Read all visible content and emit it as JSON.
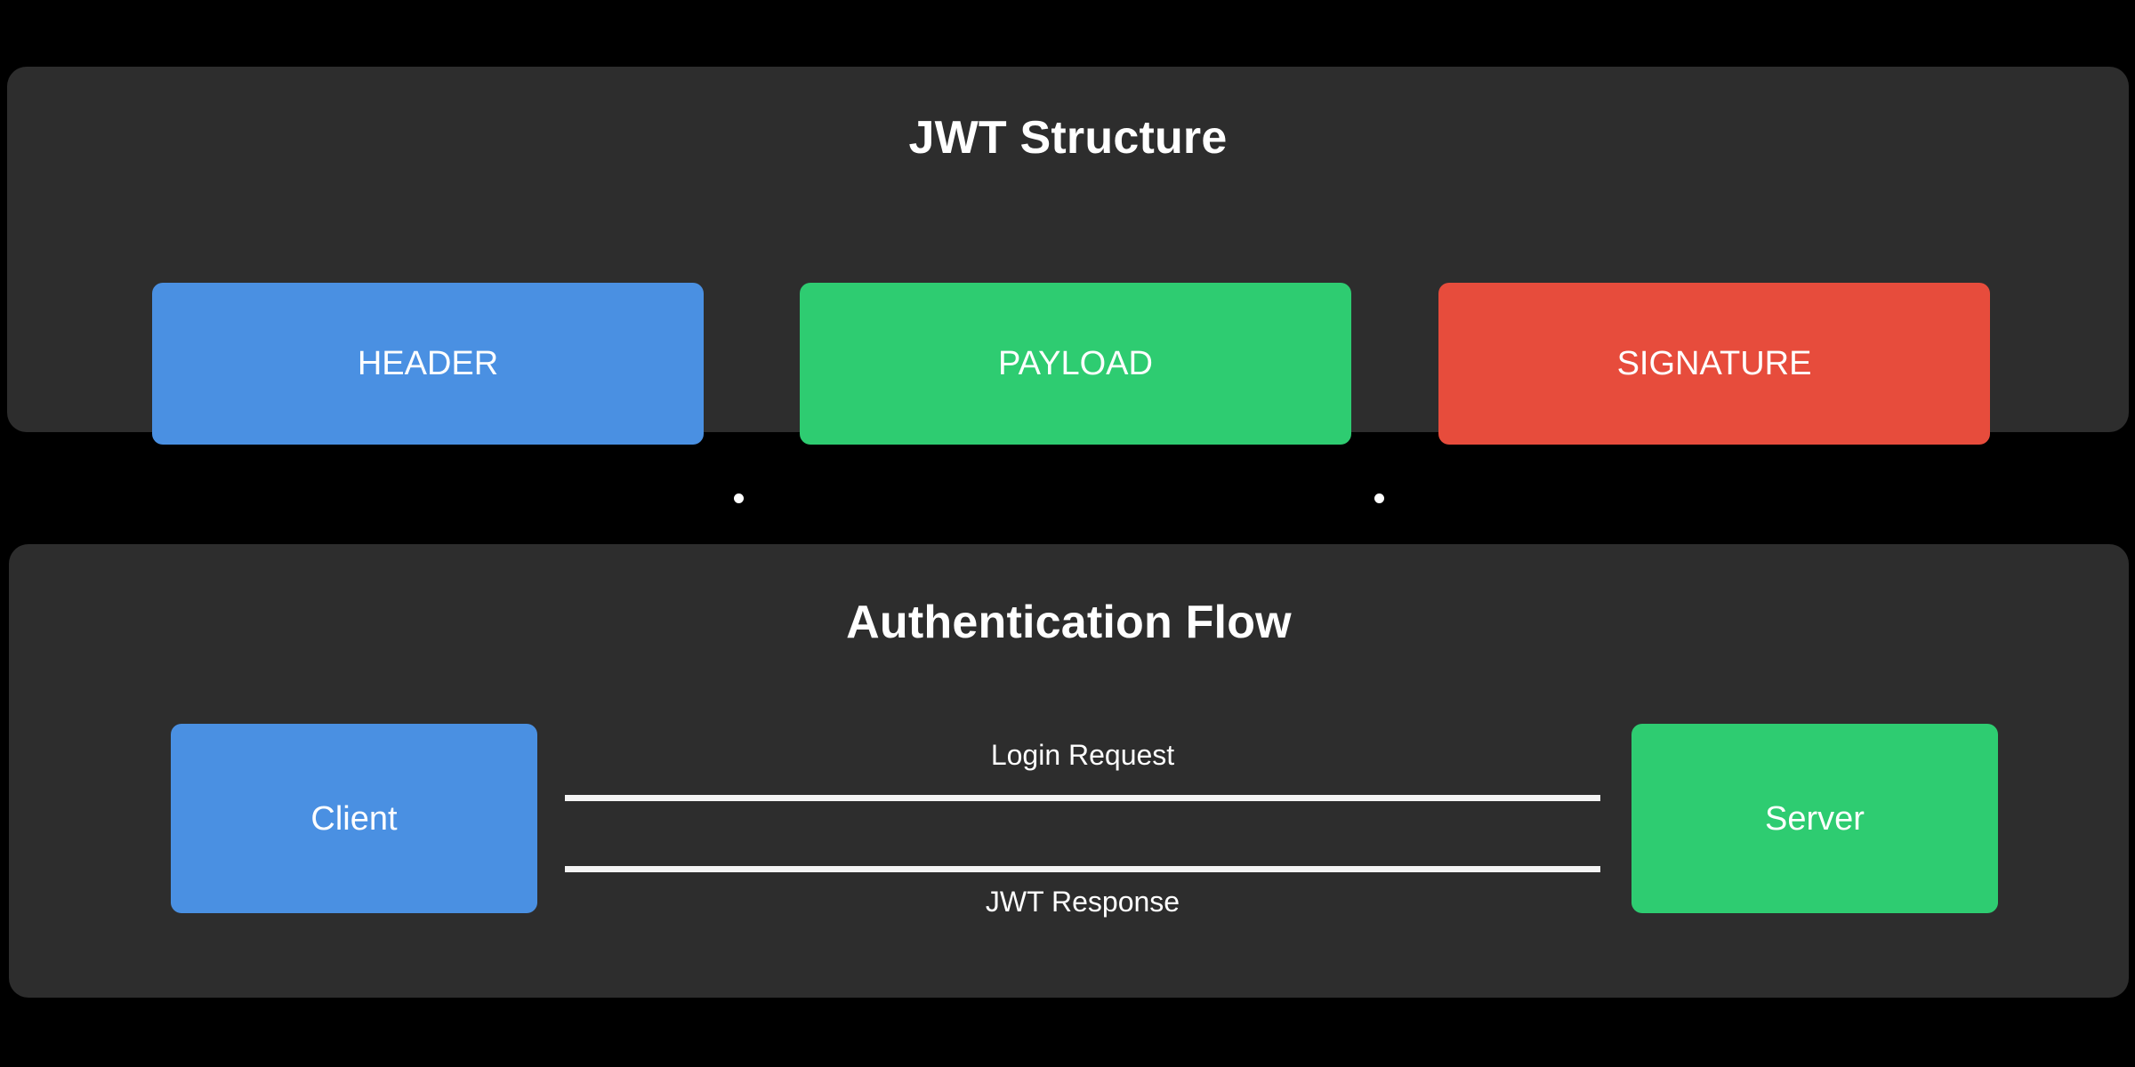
{
  "background_color": "#000000",
  "panel_color": "#2d2d2d",
  "colors": {
    "blue": "#4a90e2",
    "green": "#2ecc71",
    "red": "#e74c3c",
    "line": "#f4f4f4",
    "text": "#ffffff"
  },
  "jwt_structure": {
    "title": "JWT Structure",
    "separator": ".",
    "parts": [
      {
        "label": "HEADER",
        "color": "#4a90e2"
      },
      {
        "label": "PAYLOAD",
        "color": "#2ecc71"
      },
      {
        "label": "SIGNATURE",
        "color": "#e74c3c"
      }
    ]
  },
  "authentication_flow": {
    "title": "Authentication Flow",
    "actors": [
      {
        "label": "Client",
        "color": "#4a90e2",
        "side": "left"
      },
      {
        "label": "Server",
        "color": "#2ecc71",
        "side": "right"
      }
    ],
    "messages": [
      {
        "label": "Login Request",
        "direction": "client-to-server"
      },
      {
        "label": "JWT Response",
        "direction": "server-to-client"
      }
    ]
  }
}
